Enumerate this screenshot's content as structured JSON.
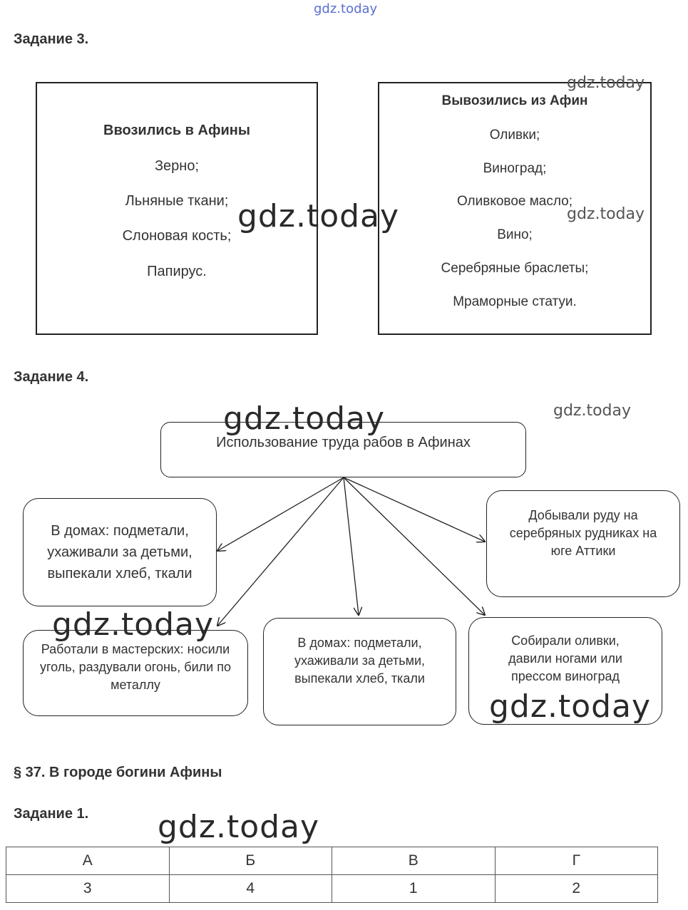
{
  "watermark": "gdz.today",
  "task3": {
    "heading": "Задание 3.",
    "imported": {
      "title": "Ввозились в Афины",
      "items": [
        "Зерно;",
        "Льняные ткани;",
        "Слоновая кость;",
        "Папирус."
      ]
    },
    "exported": {
      "title": "Вывозились из Афин",
      "items": [
        "Оливки;",
        "Виноград;",
        "Оливковое масло;",
        "Вино;",
        "Серебряные браслеты;",
        "Мраморные статуи."
      ]
    }
  },
  "task4": {
    "heading": "Задание 4.",
    "root": "Использование труда рабов в Афинах",
    "leaves": {
      "top_left": "В домах: подметали, ухаживали за детьми, выпекали хлеб, ткали",
      "top_right": "Добывали руду на серебряных рудниках на юге Аттики",
      "bottom_left": "Работали в мастерских: носили уголь, раздували огонь, били по металлу",
      "bottom_middle": "В домах: подметали, ухаживали за детьми, выпекали хлеб, ткали",
      "bottom_right": "Собирали оливки, давили ногами или прессом виноград"
    }
  },
  "section37": {
    "heading": "§ 37. В городе богини Афины",
    "task1_heading": "Задание 1.",
    "table": {
      "headers": [
        "А",
        "Б",
        "В",
        "Г"
      ],
      "values": [
        "3",
        "4",
        "1",
        "2"
      ]
    }
  }
}
